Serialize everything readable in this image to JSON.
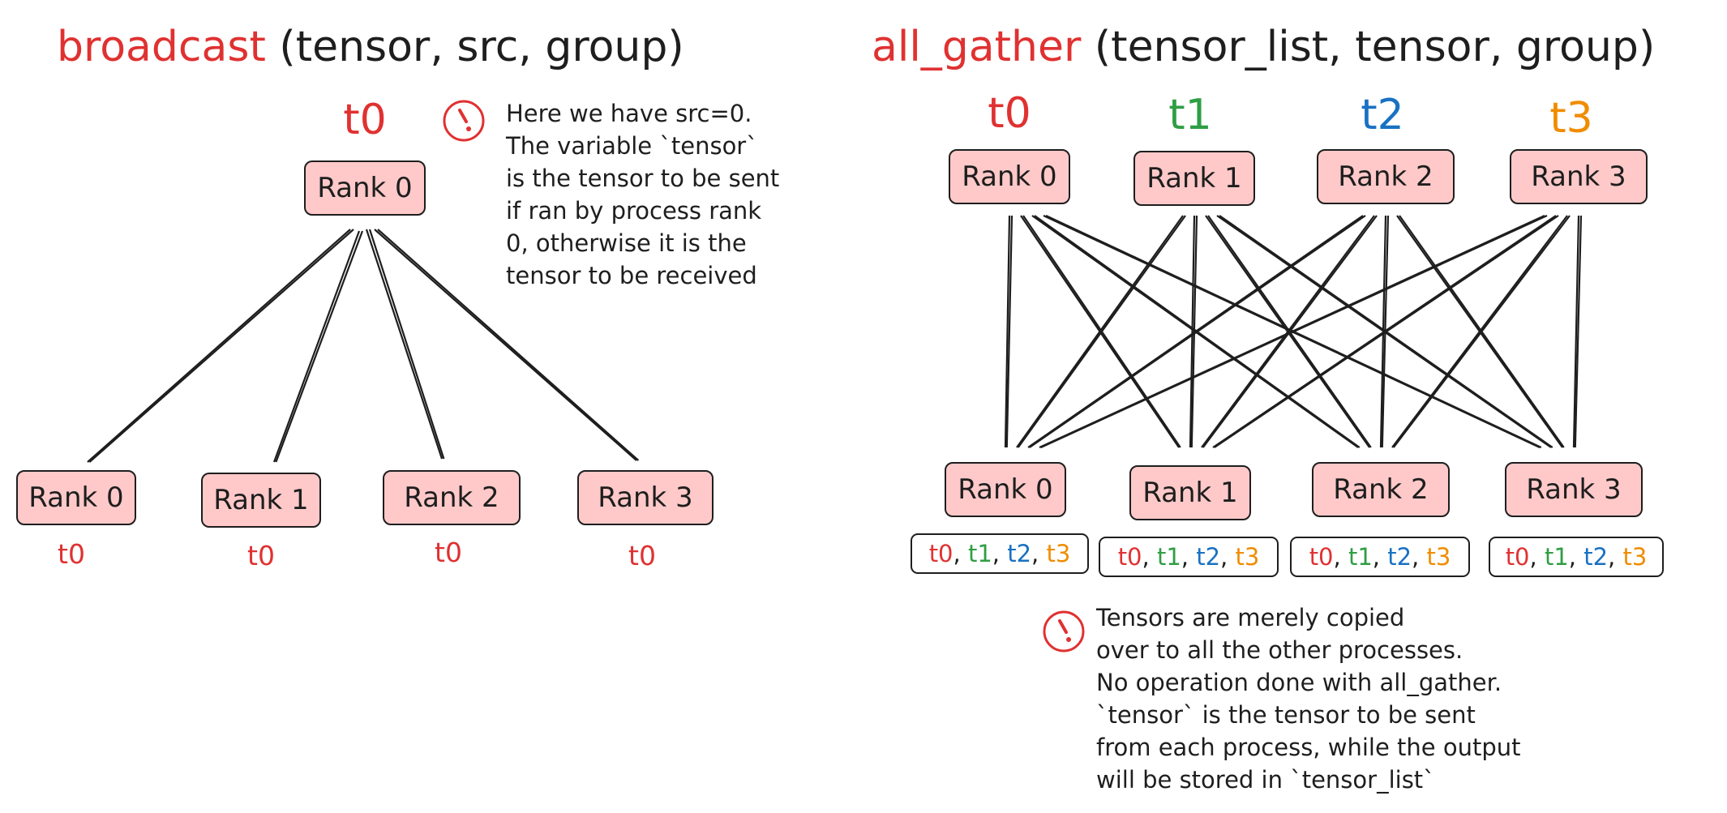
{
  "colors": {
    "t0": "#e03131",
    "t1": "#2f9e44",
    "t2": "#1971c2",
    "t3": "#f08c00",
    "rank_fill": "#ffc9c9"
  },
  "broadcast": {
    "fn": "broadcast",
    "args": " (tensor, src, group)",
    "src_tensor": "t0",
    "src_rank": "Rank 0",
    "note": "Here we have src=0.\nThe variable `tensor`\nis the tensor to be sent\nif ran by process rank\n0, otherwise it is the\ntensor to be received",
    "targets": [
      {
        "rank": "Rank 0",
        "tensor": "t0"
      },
      {
        "rank": "Rank 1",
        "tensor": "t0"
      },
      {
        "rank": "Rank 2",
        "tensor": "t0"
      },
      {
        "rank": "Rank 3",
        "tensor": "t0"
      }
    ]
  },
  "all_gather": {
    "fn": "all_gather",
    "args": " (tensor_list, tensor, group)",
    "sources": [
      {
        "tensor": "t0",
        "rank": "Rank 0"
      },
      {
        "tensor": "t1",
        "rank": "Rank 1"
      },
      {
        "tensor": "t2",
        "rank": "Rank 2"
      },
      {
        "tensor": "t3",
        "rank": "Rank 3"
      }
    ],
    "targets": [
      {
        "rank": "Rank 0",
        "list": [
          "t0",
          "t1",
          "t2",
          "t3"
        ]
      },
      {
        "rank": "Rank 1",
        "list": [
          "t0",
          "t1",
          "t2",
          "t3"
        ]
      },
      {
        "rank": "Rank 2",
        "list": [
          "t0",
          "t1",
          "t2",
          "t3"
        ]
      },
      {
        "rank": "Rank 3",
        "list": [
          "t0",
          "t1",
          "t2",
          "t3"
        ]
      }
    ],
    "note": "Tensors are merely copied\nover to all the other processes.\nNo operation done with all_gather.\n`tensor` is the tensor to be sent\nfrom each process, while the output\nwill be stored in `tensor_list`"
  }
}
